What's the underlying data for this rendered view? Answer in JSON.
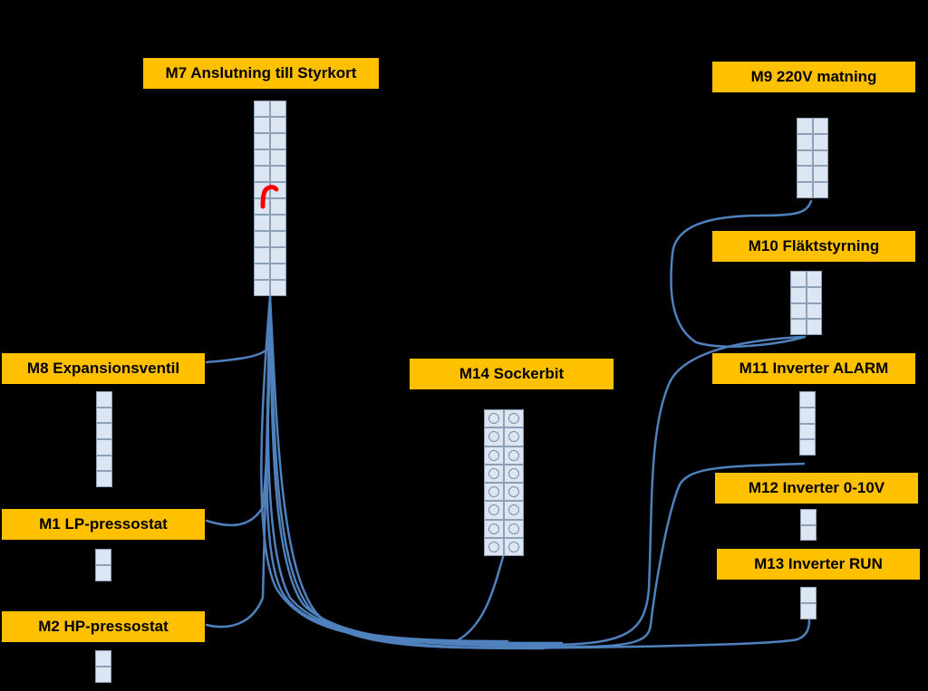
{
  "colors": {
    "background": "#000000",
    "label_fill": "#FFC000",
    "terminal_fill": "#DCE6F2",
    "terminal_border": "#8EA0B8",
    "wire": "#4F81BD",
    "marker": "#FF0000"
  },
  "connectors": {
    "m7": "M7 Anslutning  till Styrkort",
    "m9": "M9 220V matning",
    "m10": "M10 Fläktstyrning",
    "m11": "M11 Inverter ALARM",
    "m12": "M12 Inverter 0-10V",
    "m13": "M13 Inverter RUN",
    "m14": "M14 Sockerbit",
    "m8": "M8 Expansionsventil",
    "m1": "M1 LP-pressostat",
    "m2": "M2 HP-pressostat"
  },
  "icons": {
    "marker": "red-hook-marker-icon"
  }
}
